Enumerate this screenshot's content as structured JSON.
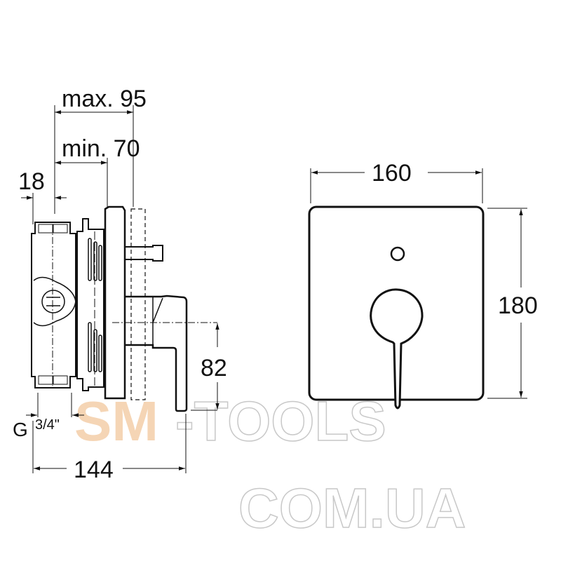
{
  "side_view": {
    "dim_max": "max. 95",
    "dim_min": "min. 70",
    "dim_depth": "18",
    "dim_height": "82",
    "dim_width": "144",
    "thread_label": "G",
    "thread_size": "3/4\""
  },
  "front_view": {
    "dim_width": "160",
    "dim_height": "180"
  },
  "watermark": {
    "line1_a": "SM",
    "line1_b": "-TOOLS",
    "line2": "COM.UA",
    "color_fill": "#f5d5b5",
    "color_outline": "#c8c8c8"
  }
}
